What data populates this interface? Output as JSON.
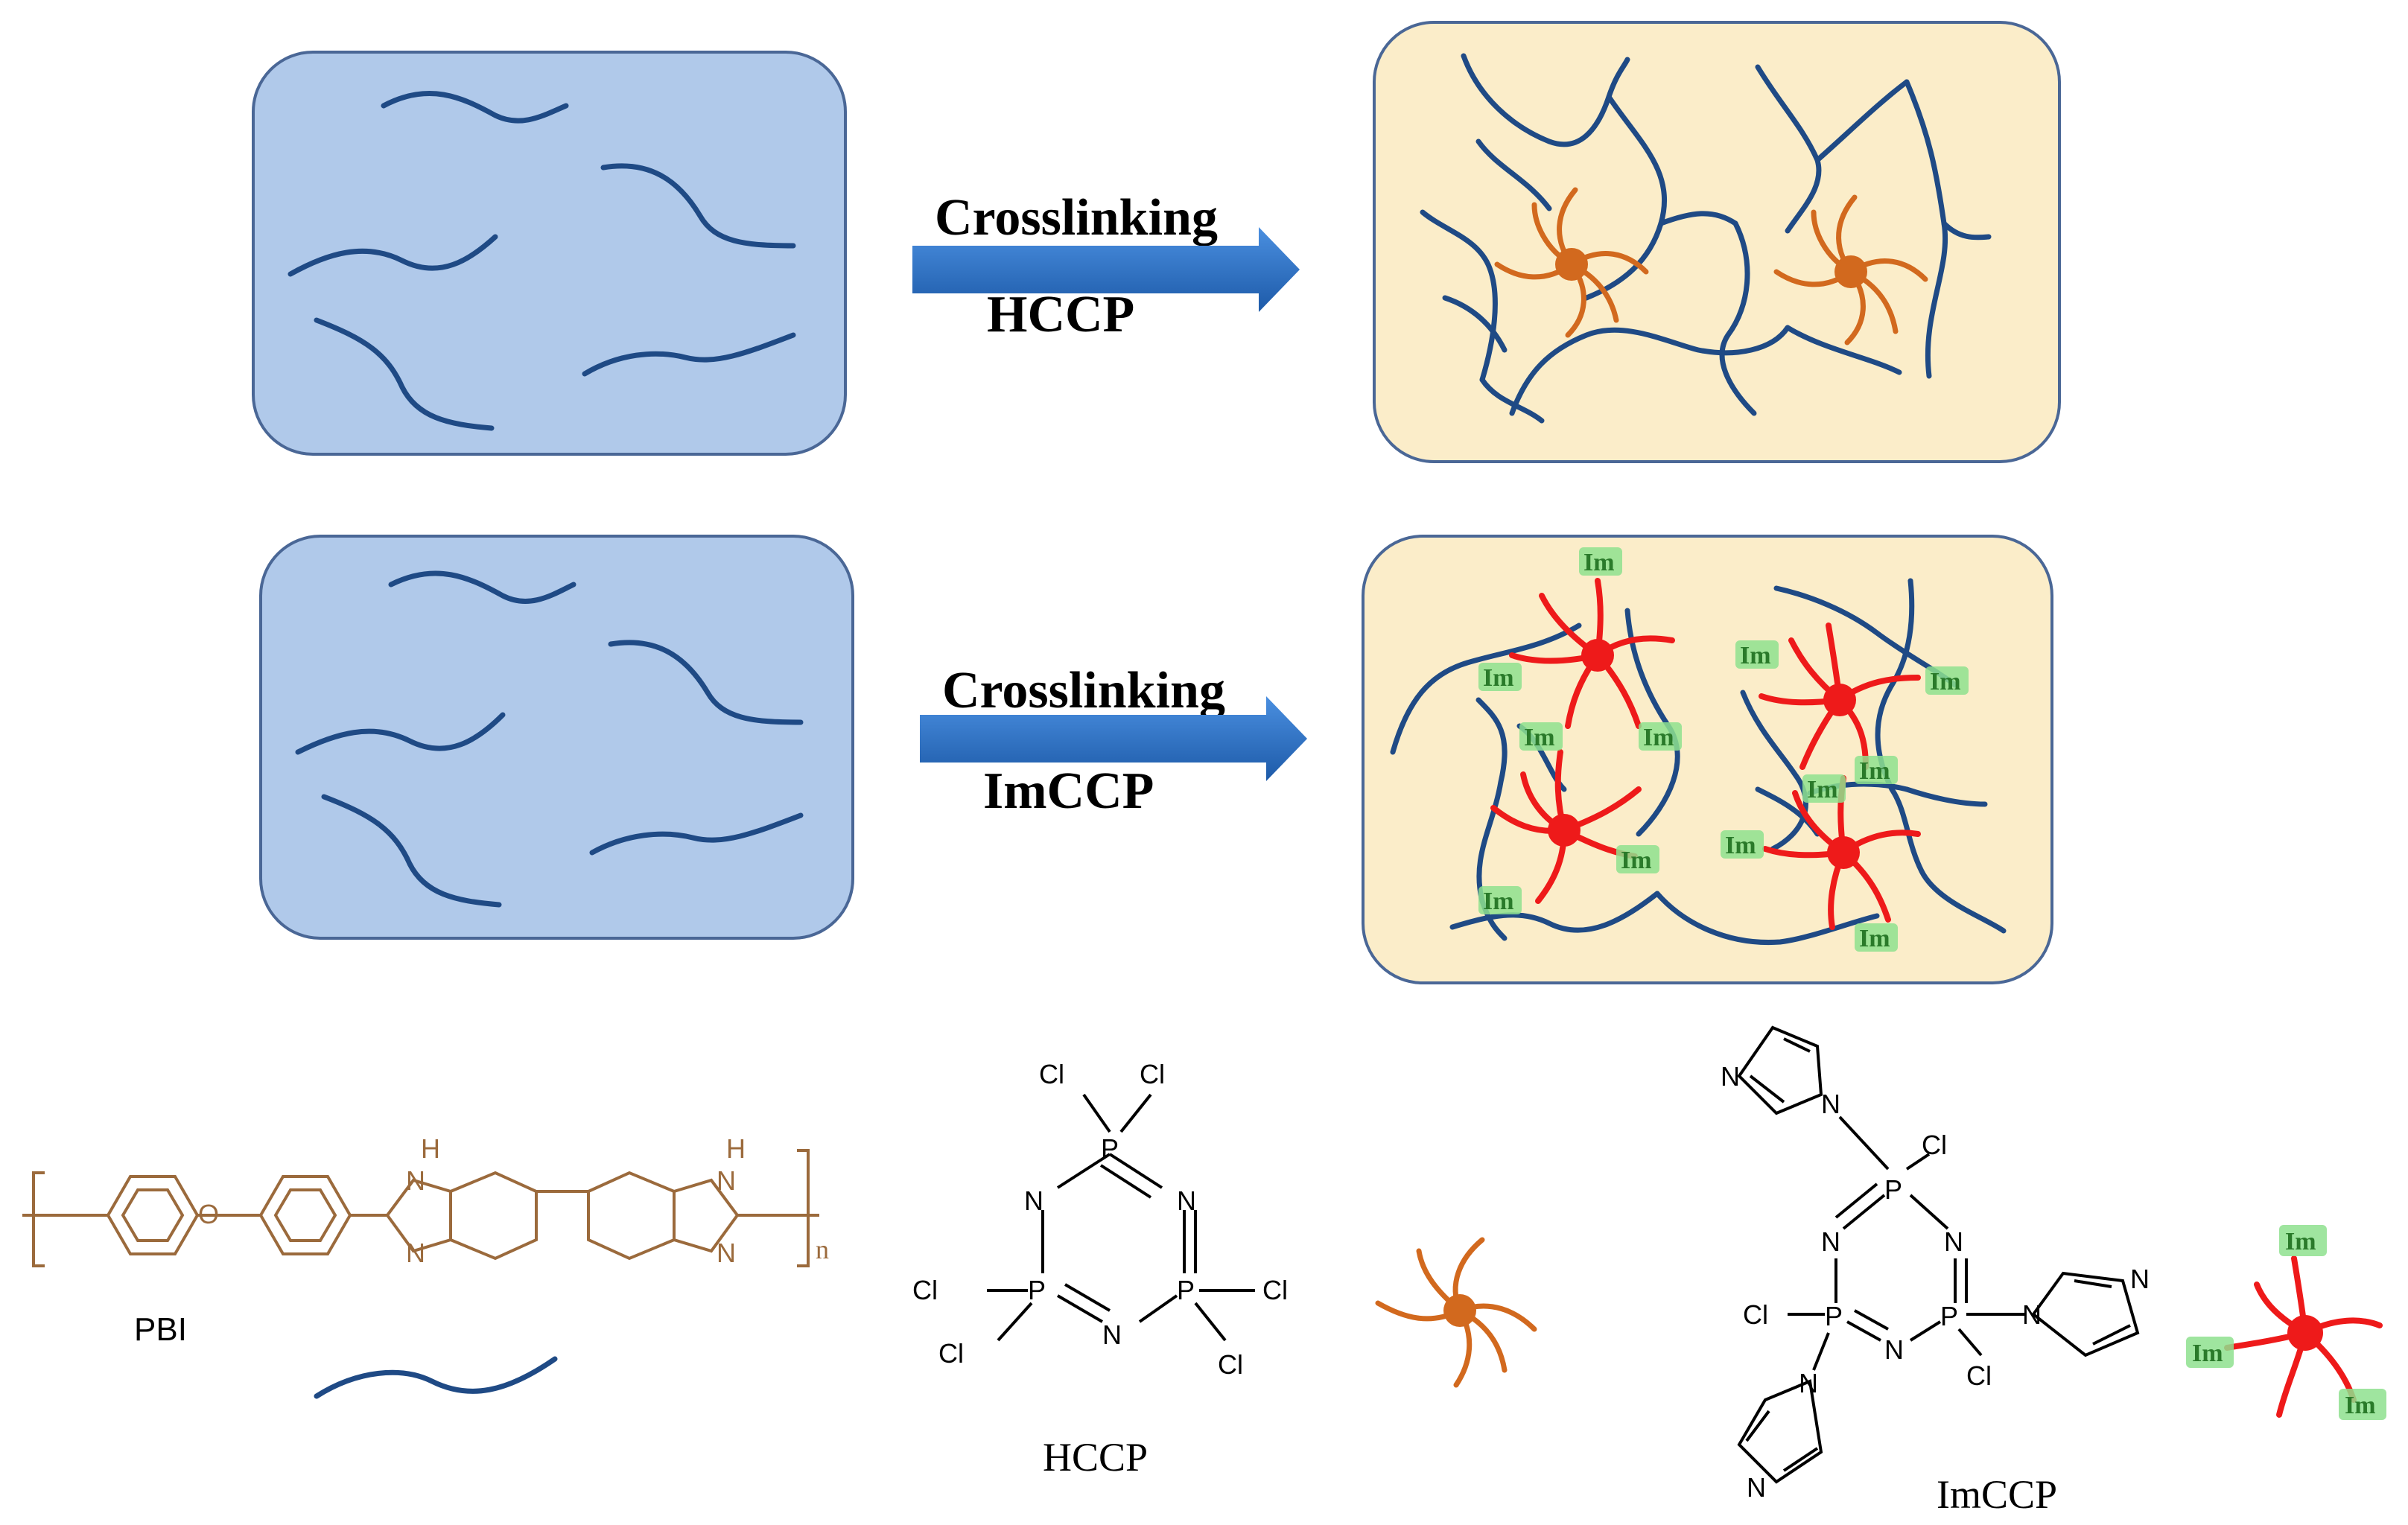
{
  "process": [
    {
      "label_top": "Crosslinking",
      "label_bottom": "HCCP"
    },
    {
      "label_top": "Crosslinking",
      "label_bottom": "ImCCP"
    }
  ],
  "legend": {
    "pbi_label": "PBI",
    "pbi_subscript": "n",
    "hccp_label": "HCCP",
    "imccp_label": "ImCCP"
  },
  "atoms": {
    "cl": "Cl",
    "p": "P",
    "n": "N",
    "o": "O",
    "h": "H"
  },
  "tag": "Im",
  "colors": {
    "chain": "#1f4a85",
    "hccp_crosslinker": "#d2691e",
    "imccp_crosslinker": "#ee1a1a",
    "im_tag": "#8ee08e",
    "before_panel": "#b0c9ea",
    "after_panel": "#fbedc9",
    "arrow": "#2a6fc4"
  }
}
